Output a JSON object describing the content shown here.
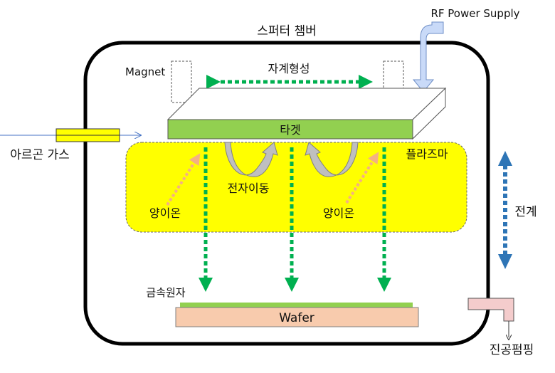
{
  "diagram": {
    "chamber_title": "스퍼터 챔버",
    "rf_label": "RF Power Supply",
    "magnet_label": "Magnet",
    "magnetic_field_label": "자계형성",
    "target_label": "타겟",
    "gas_label": "아르곤 가스",
    "plasma_label": "플라즈마",
    "electron_label": "전자이동",
    "ion_left_label": "양이온",
    "ion_right_label": "양이온",
    "electric_field_label": "전계",
    "metal_atom_label": "금속원자",
    "wafer_label": "Wafer",
    "pump_label": "진공펌핑"
  },
  "colors": {
    "plasma": "#ffff00",
    "target": "#92d050",
    "wafer": "#f8cbad",
    "green_arrow": "#00b050",
    "ion_arrow": "#f4b183",
    "electron_arrow": "#bfbfbf",
    "rf_arrow": "#c9daf8",
    "field_arrow": "#2e75b6",
    "pump_pipe": "#f4cccc",
    "gas_arrow": "#4472c4"
  }
}
